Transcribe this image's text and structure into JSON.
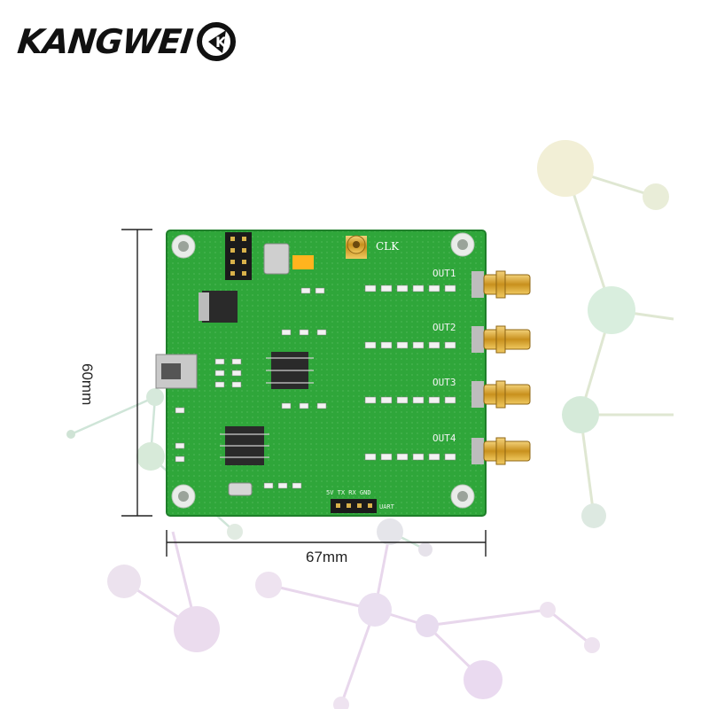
{
  "brand": {
    "name": "KANGWEI",
    "mark": "K"
  },
  "dimensions": {
    "width_label": "67mm",
    "height_label": "60mm"
  },
  "board": {
    "clock_label": "CLK",
    "outputs": [
      "OUT1",
      "OUT2",
      "OUT3",
      "OUT4"
    ],
    "uart_pins": "5V TX RX GND",
    "uart_label": "UART"
  },
  "colors": {
    "pcb": "#2fa63a",
    "pcb_dark": "#1f7f2a",
    "gold": "#d4a32a",
    "chip": "#2a2a2a"
  }
}
